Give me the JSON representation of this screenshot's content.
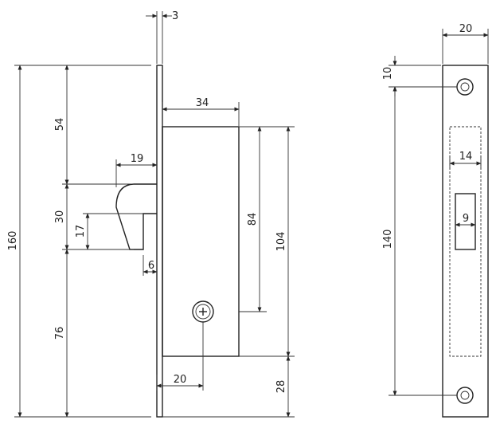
{
  "side_view": {
    "dims": {
      "faceplate_thickness": "3",
      "total_height": "160",
      "top_to_latch": "54",
      "latch_height": "30",
      "latch_inner": "17",
      "bottom_from_latch": "76",
      "latch_projection": "19",
      "latch_offset": "6",
      "case_depth": "34",
      "case_upper": "84",
      "case_height": "104",
      "backset": "20",
      "case_bottom_gap": "28"
    }
  },
  "front_view": {
    "dims": {
      "plate_width": "20",
      "screw_top_offset": "10",
      "screw_spacing": "140",
      "pocket_width": "14",
      "slot_width": "9"
    }
  }
}
